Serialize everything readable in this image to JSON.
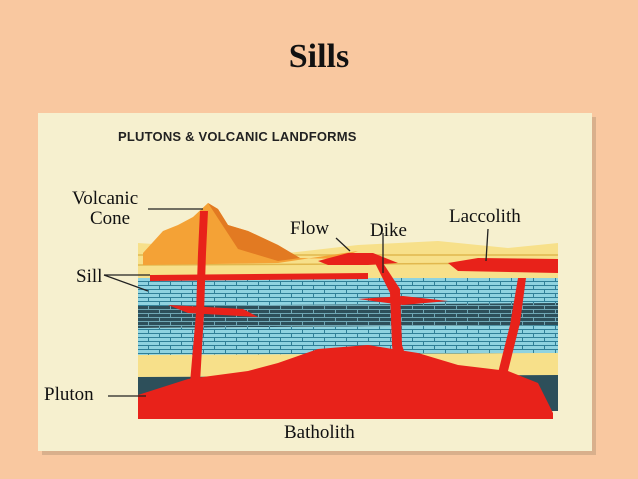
{
  "slide": {
    "title": "Sills"
  },
  "diagram": {
    "title": "PLUTONS & VOLCANIC LANDFORMS",
    "labels": {
      "volcanic_line1": "Volcanic",
      "volcanic_line2": "Cone",
      "flow": "Flow",
      "dike": "Dike",
      "laccolith": "Laccolith",
      "sill": "Sill",
      "pluton": "Pluton",
      "batholith": "Batholith"
    },
    "colors": {
      "background": "#f9c8a0",
      "magma": "#e8221a",
      "cone": "#f4a236",
      "sandstone": "#f7e08a",
      "limestone": "#8fd3e0",
      "shale": "#2d4f5a"
    }
  }
}
